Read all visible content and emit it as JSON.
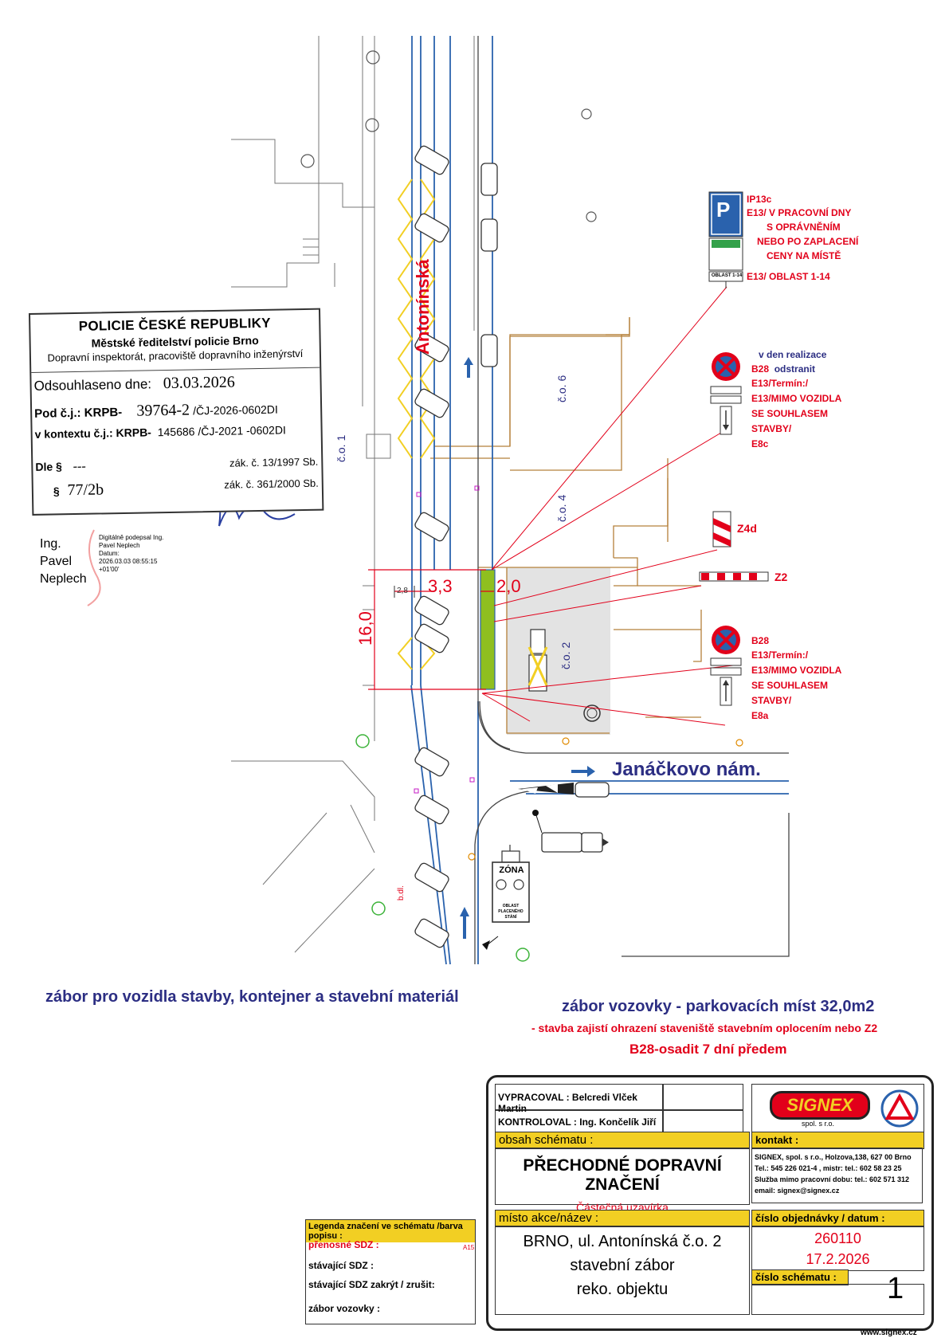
{
  "stamp": {
    "line1": "POLICIE ČESKÉ REPUBLIKY",
    "line2": "Městské ředitelství policie Brno",
    "line3": "Dopravní inspektorát, pracoviště dopravního inženýrství",
    "approved_label": "Odsouhlaseno dne:",
    "approved_date": "03.03.2026",
    "ref_label": "Pod č.j.: KRPB-",
    "ref_number": "39764-2",
    "ref_suffix": "/ČJ-2026-0602DI",
    "context_label": "v kontextu č.j.: KRPB-",
    "context_number": "145686",
    "context_suffix": "/ČJ-2021 -0602DI",
    "paragraph_label": "Dle §",
    "paragraph_value": "---",
    "law1": "zák. č. 13/1997 Sb.",
    "paragraph2_label": "§",
    "paragraph2_value": "77/2b",
    "law2": "zák. č. 361/2000 Sb."
  },
  "signature": {
    "name_line1": "Ing.",
    "name_line2": "Pavel",
    "name_line3": "Neplech",
    "digital_text": "Digitálně podepsal Ing. Pavel Neplech",
    "date_label": "Datum:",
    "date_value": "2026.03.03 08:55:15 +01'00'"
  },
  "map": {
    "street_antoninska": "Antonínská",
    "street_janackovo": "Janáčkovo nám.",
    "co1": "č.o. 1",
    "co2": "č.o. 2",
    "co4": "č.o. 4",
    "co6": "č.o. 6",
    "dim_16": "16,0",
    "dim_33": "3,3",
    "dim_20": "2,0",
    "dim_28": "2,8",
    "bdl": "b.dl."
  },
  "signs": {
    "ip13c_label": "IP13c",
    "ip13c_text1": "E13/ V PRACOVNÍ DNY",
    "ip13c_text2": "S OPRÁVNĚNÍM",
    "ip13c_text3": "NEBO PO ZAPLACENÍ",
    "ip13c_text4": "CENY NA MÍSTĚ",
    "ip13c_text5": "E13/ OBLAST 1-14",
    "ip13c_panel": "OBLAST 1-14",
    "b28_top_note": "v den realizace",
    "b28_top_1": "B28",
    "b28_top_1b": "odstranit",
    "b28_top_2": "E13/Termín:/",
    "b28_top_3": "E13/MIMO VOZIDLA",
    "b28_top_4": "SE SOUHLASEM",
    "b28_top_5": "STAVBY/",
    "b28_top_6": "E8c",
    "z4d": "Z4d",
    "z2": "Z2",
    "b28_bot_1": "B28",
    "b28_bot_2": "E13/Termín:/",
    "b28_bot_3": "E13/MIMO VOZIDLA",
    "b28_bot_4": "SE SOUHLASEM",
    "b28_bot_5": "STAVBY/",
    "b28_bot_6": "E8a",
    "zona_title": "ZÓNA",
    "zona_sub1": "OBLAST",
    "zona_sub2": "PLACENÉHO",
    "zona_sub3": "STÁNÍ"
  },
  "notes": {
    "left": "zábor pro vozidla stavby, kontejner a stavební materiál",
    "right1": "zábor vozovky - parkovacích míst 32,0m2",
    "right2": "- stavba zajistí ohrazení staveniště stavebním oplocením nebo Z2",
    "right3": "B28-osadit 7 dní předem"
  },
  "legend": {
    "title": "Legenda značení ve schématu /barva popisu :",
    "item1": "přenosné  SDZ :",
    "item1_code": "A15",
    "item2": "stávající SDZ :",
    "item3": "stávající SDZ zakrýt / zrušit:",
    "item4": "zábor vozovky :"
  },
  "titleblock": {
    "vypracoval_label": "VYPRACOVAL",
    "vypracoval_value": ": Belcredi Vlček Martin",
    "kontroloval_label": "KONTROLOVAL",
    "kontroloval_value": ": Ing. Končelík Jiří",
    "company_logo": "SIGNEX",
    "company_sub": "spol. s r.o.",
    "obsah_label": "obsah schématu :",
    "obsah_title": "PŘECHODNÉ DOPRAVNÍ ZNAČENÍ",
    "obsah_sub": "Částečná uzavírka",
    "kontakt_label": "kontakt :",
    "kontakt_1": "SIGNEX, spol. s r.o., Holzova,138, 627 00 Brno",
    "kontakt_2": "Tel.: 545 226 021-4 , mistr: tel.: 602 58 23 25",
    "kontakt_3": "Služba mimo pracovní dobu: tel.: 602 571 312",
    "kontakt_4": "email: signex@signex.cz",
    "misto_label": "místo  akce/název :",
    "misto_1": "BRNO, ul. Antonínská č.o. 2",
    "misto_2": "stavební zábor",
    "misto_3": "reko. objektu",
    "objednavka_label": "číslo  objednávky / datum  :",
    "objednavka_number": "260110",
    "objednavka_date": "17.2.2026",
    "schema_label": "číslo  schématu :",
    "schema_number": "1",
    "website": "www.signex.cz"
  },
  "colors": {
    "road_blue": "#2a62ad",
    "red": "#e2001a",
    "navy": "#2c2e83",
    "zabor_green": "#8fbf1f",
    "yellow": "#f2cf23",
    "building_brown": "#b5803a"
  }
}
